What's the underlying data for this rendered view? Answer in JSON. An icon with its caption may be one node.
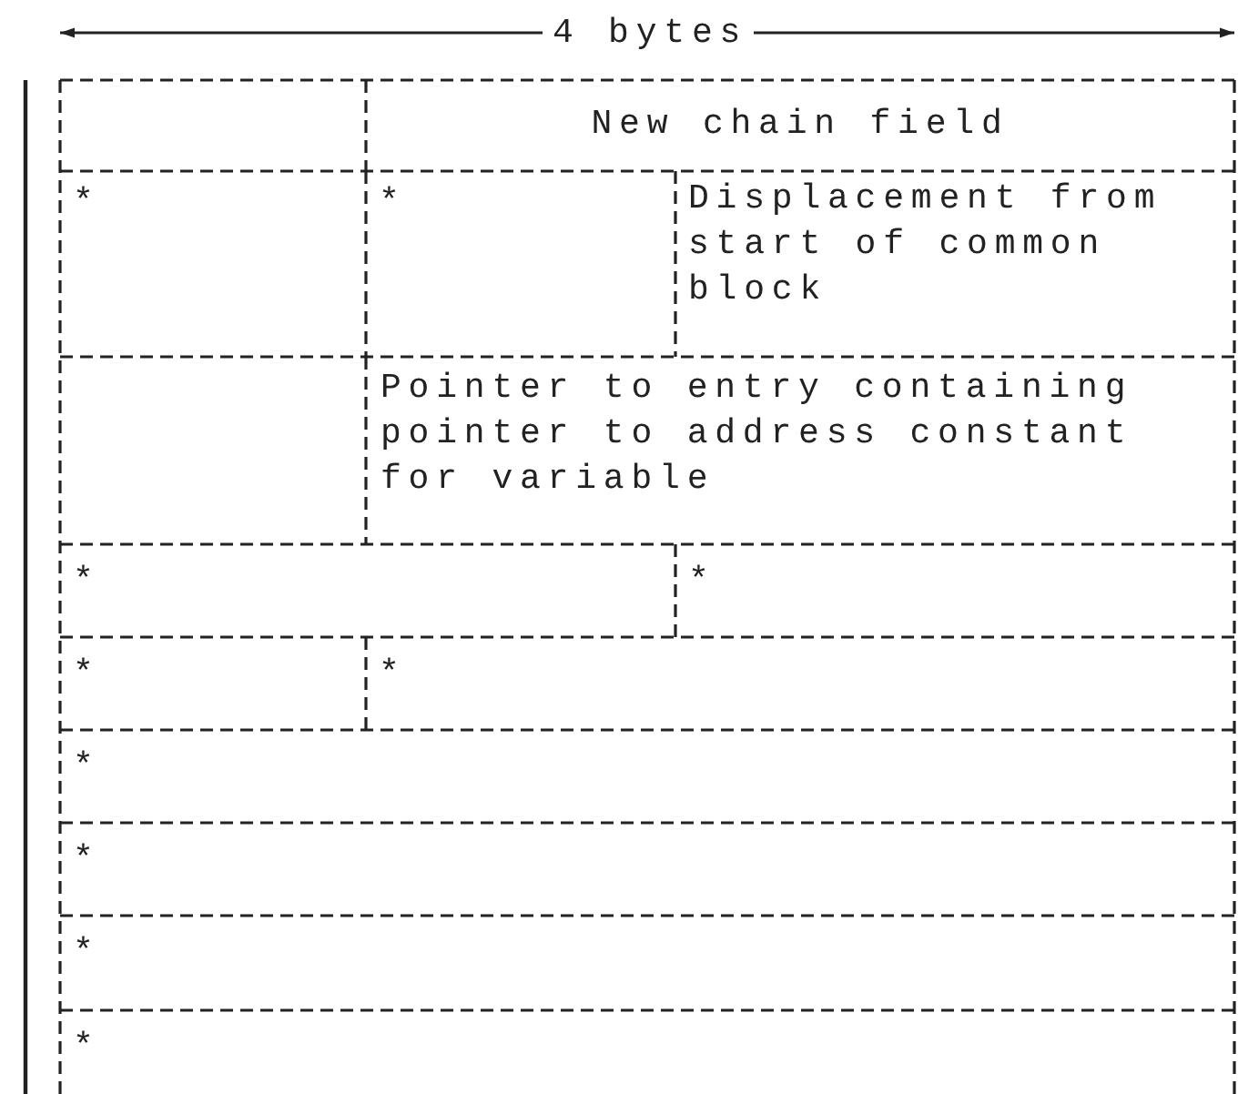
{
  "diagram": {
    "labels": [
      "4 bytes",
      "New chain field",
      "*",
      "*",
      "Displacement from start of common block",
      "Pointer to entry containing pointer to address constant for variable",
      "*",
      "*",
      "*",
      "*",
      "*",
      "*",
      "*",
      "*"
    ]
  }
}
